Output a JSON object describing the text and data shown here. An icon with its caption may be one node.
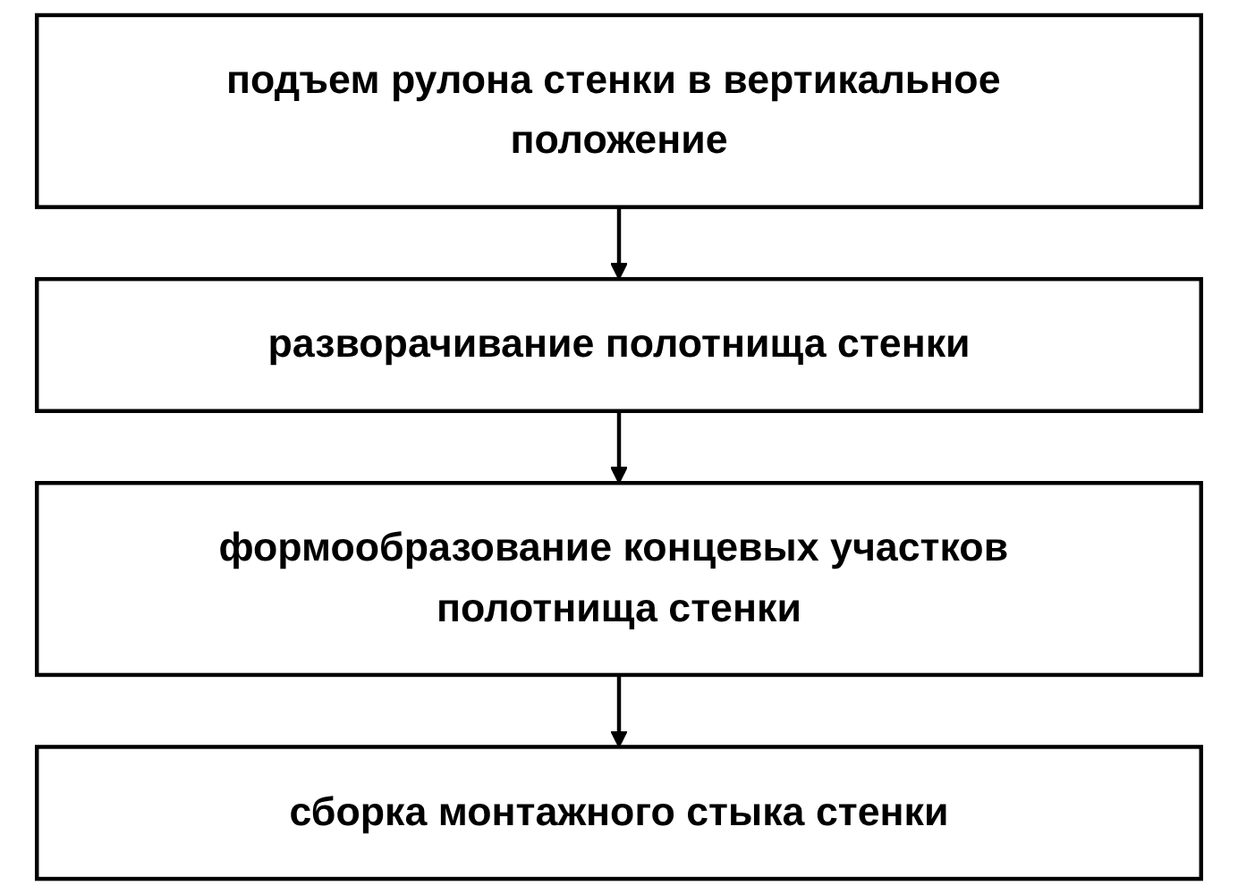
{
  "diagram": {
    "nodes": [
      {
        "text": [
          "подъем рулона стенки в вертикальное положение"
        ]
      },
      {
        "text": [
          "разворачивание полотнища стенки"
        ]
      },
      {
        "text": [
          "формообразование концевых участков полотнища стенки"
        ]
      },
      {
        "text": [
          "сборка монтажного стыка стенки"
        ]
      }
    ],
    "edges": [
      {
        "from": 0,
        "to": 1,
        "arrow": "to"
      },
      {
        "from": 1,
        "to": 2,
        "arrow": "to"
      },
      {
        "from": 2,
        "to": 3,
        "arrow": "to"
      }
    ]
  }
}
